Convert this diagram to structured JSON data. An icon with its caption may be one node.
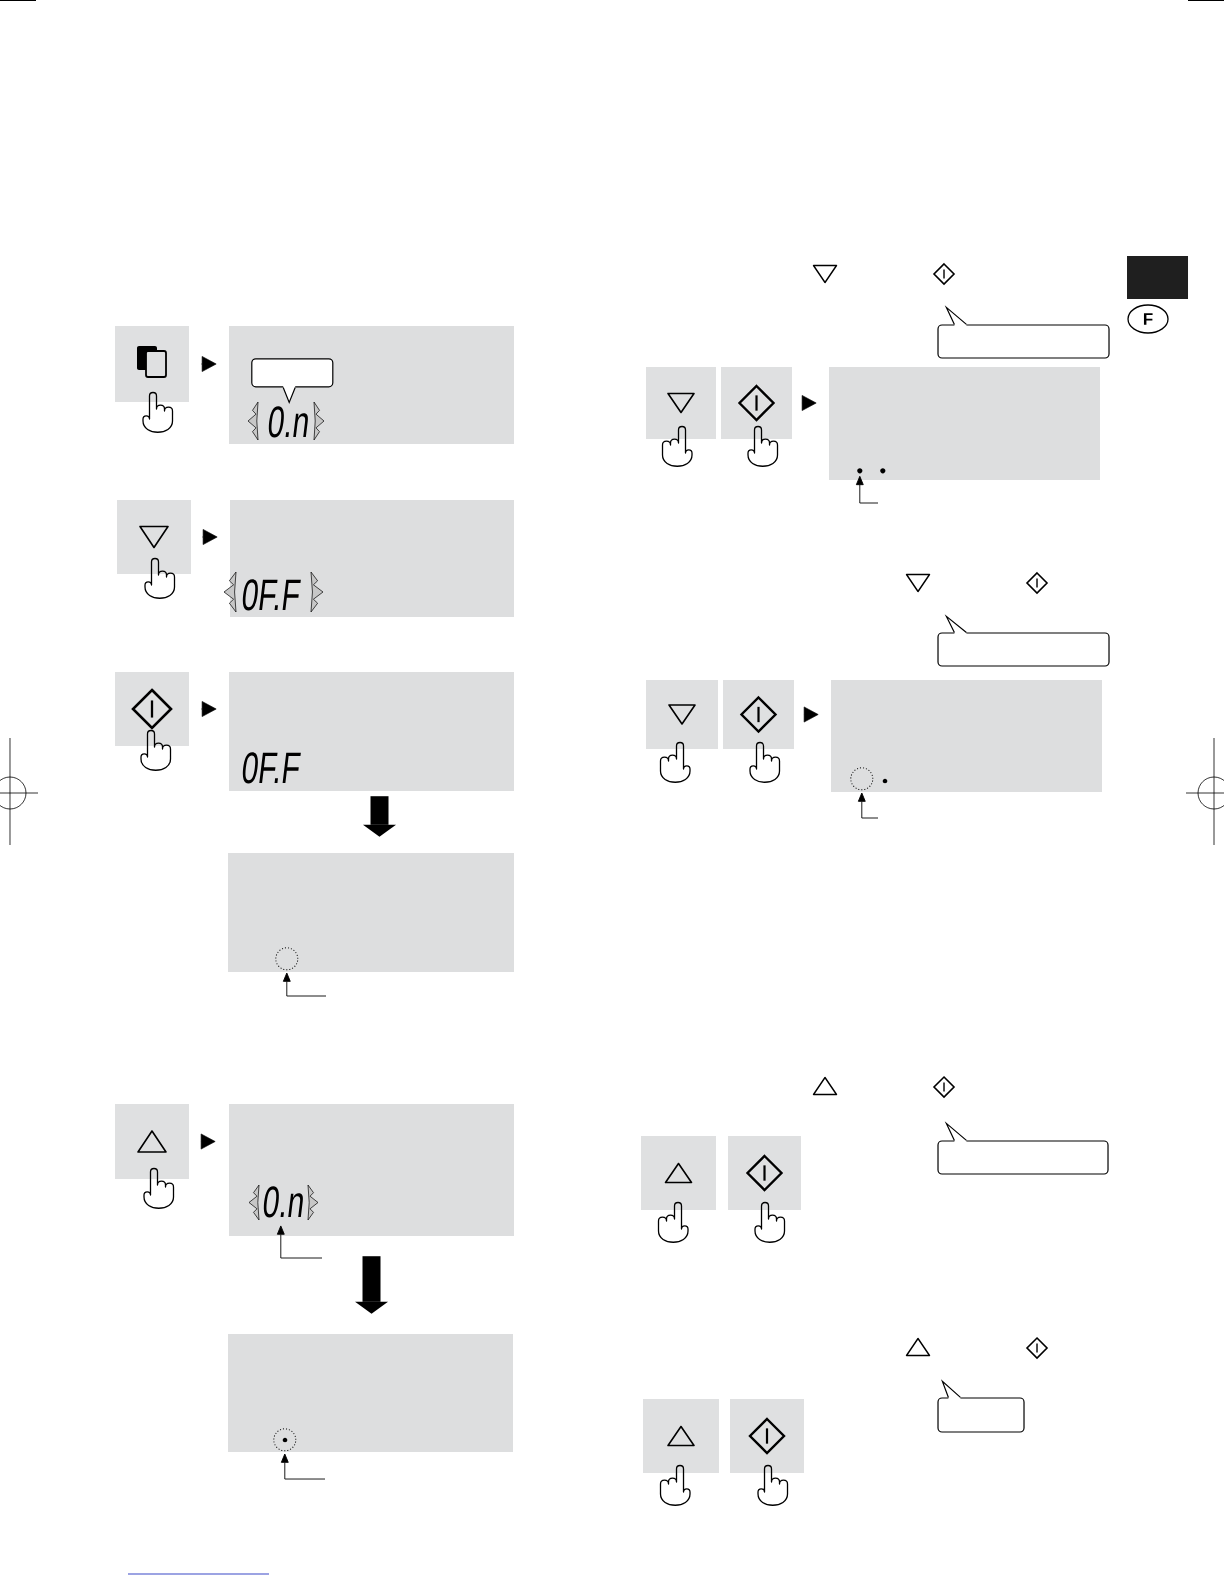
{
  "diagram": {
    "nodes": [
      {
        "text": [
          "F"
        ]
      },
      {
        "text": [],
        "shape": "box"
      },
      {
        "text": [
          "0.n"
        ]
      },
      {
        "text": [],
        "shape": "callout",
        "in": 2
      },
      {
        "text": [],
        "shape": "box"
      },
      {
        "text": [
          "0F.F"
        ]
      },
      {
        "text": [],
        "shape": "box"
      },
      {
        "text": [
          "0F.F"
        ]
      },
      {
        "text": [],
        "shape": "box"
      },
      {
        "text": [],
        "shape": "circle",
        "in": 8
      },
      {
        "text": [],
        "shape": "box"
      },
      {
        "text": [
          "0.n"
        ]
      },
      {
        "text": [],
        "shape": "box"
      },
      {
        "text": [],
        "shape": "circle",
        "in": 12
      },
      {
        "text": [],
        "shape": "callout"
      },
      {
        "text": [],
        "shape": "box"
      },
      {
        "text": [],
        "shape": "box"
      },
      {
        "text": [],
        "shape": "box"
      },
      {
        "text": [],
        "shape": "dot",
        "in": 17
      },
      {
        "text": [],
        "shape": "dot",
        "in": 17
      },
      {
        "text": [],
        "shape": "callout"
      },
      {
        "text": [],
        "shape": "box"
      },
      {
        "text": [],
        "shape": "box"
      },
      {
        "text": [],
        "shape": "box"
      },
      {
        "text": [],
        "shape": "circle",
        "in": 23
      },
      {
        "text": [],
        "shape": "callout"
      },
      {
        "text": [],
        "shape": "box"
      },
      {
        "text": [],
        "shape": "box"
      },
      {
        "text": [],
        "shape": "callout"
      },
      {
        "text": [],
        "shape": "box"
      },
      {
        "text": [],
        "shape": "box"
      }
    ],
    "edges": [
      {
        "from": 1,
        "to": 2,
        "arrow": "to"
      },
      {
        "from": 4,
        "to": 5,
        "arrow": "to"
      },
      {
        "from": 6,
        "to": 7,
        "arrow": "to"
      },
      {
        "from": 7,
        "to": 8,
        "arrow": "to",
        "style": "thick"
      },
      {
        "from": null,
        "to": 9,
        "arrow": "to"
      },
      {
        "from": 10,
        "to": 11,
        "arrow": "to"
      },
      {
        "from": null,
        "to": 11,
        "arrow": "to"
      },
      {
        "from": 11,
        "to": 12,
        "arrow": "to",
        "style": "thick"
      },
      {
        "from": null,
        "to": 13,
        "arrow": "to"
      },
      {
        "from": 16,
        "to": 17,
        "arrow": "to"
      },
      {
        "from": null,
        "to": 18,
        "arrow": "to"
      },
      {
        "from": 22,
        "to": 23,
        "arrow": "to"
      },
      {
        "from": null,
        "to": 24,
        "arrow": "to"
      }
    ]
  }
}
